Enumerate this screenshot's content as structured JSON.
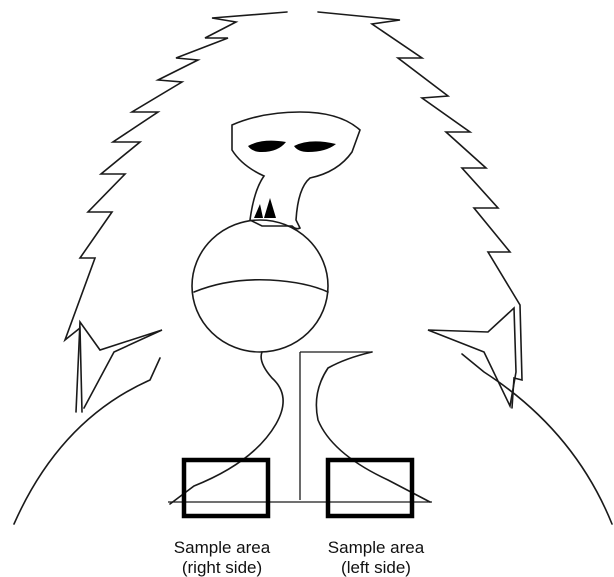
{
  "labels": {
    "right_sample_title": "Sample area",
    "right_sample_side": "(right side)",
    "left_sample_title": "Sample area",
    "left_sample_side": "(left side)"
  },
  "colors": {
    "line": "#1a1a1a",
    "background": "#ffffff"
  }
}
